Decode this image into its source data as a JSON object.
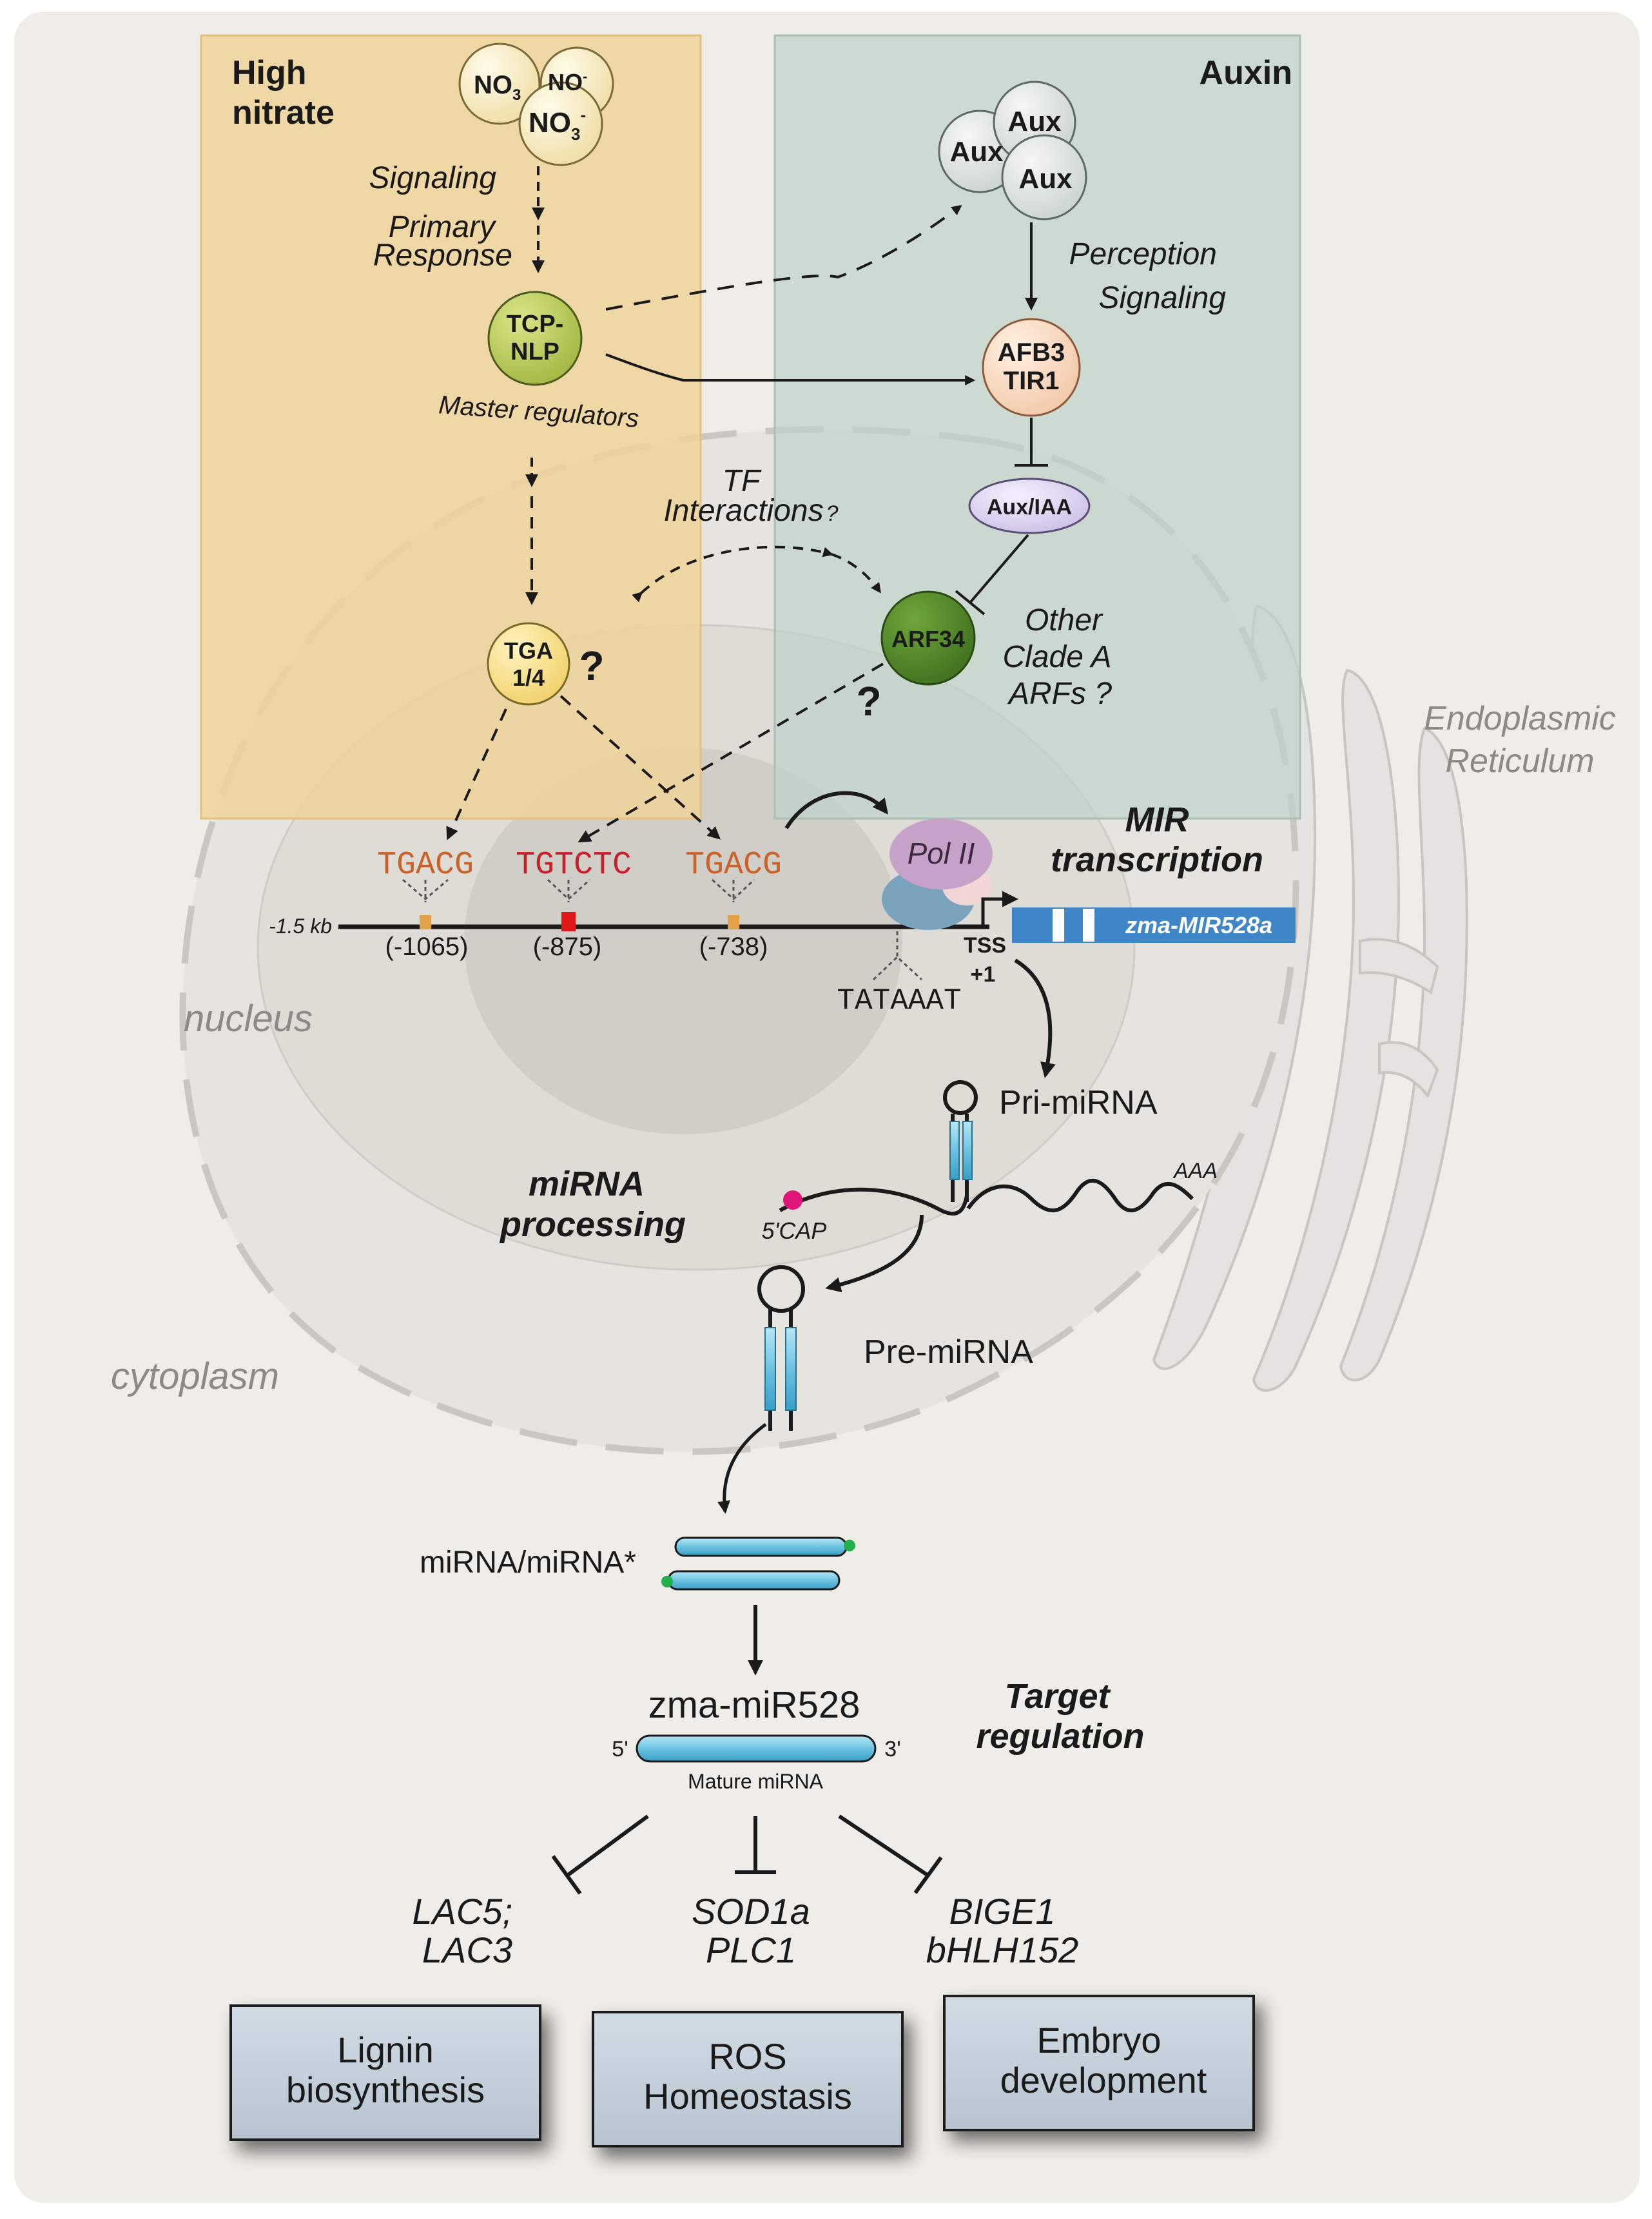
{
  "panels": {
    "nitrate_title_1": "High",
    "nitrate_title_2": "nitrate",
    "auxin_title": "Auxin"
  },
  "molecules": {
    "no3_a": "NO",
    "no3_b": "NO",
    "no3_c": "NO",
    "no3_sub": "3",
    "no3_sup": "-",
    "aux_a": "Aux",
    "aux_b": "Aux",
    "aux_c": "Aux"
  },
  "labels": {
    "signaling": "Signaling",
    "primary_1": "Primary",
    "primary_2": "Response",
    "tcp_1": "TCP-",
    "tcp_2": "NLP",
    "master_regulators": "Master regulators",
    "perception": "Perception",
    "signaling_aux": "Signaling",
    "afb3": "AFB3",
    "tir1": "TIR1",
    "aux_iaa": "Aux/IAA",
    "tf_1": "TF",
    "tf_2": "Interactions",
    "tf_q": "?",
    "tga_1": "TGA",
    "tga_2": "1/4",
    "tga_q": "?",
    "arf34": "ARF34",
    "other_1": "Other",
    "other_2": "Clade A",
    "other_3": "ARFs ?",
    "arf_q": "?",
    "er_1": "Endoplasmic",
    "er_2": "Reticulum",
    "nucleus": "nucleus",
    "cytoplasm": "cytoplasm"
  },
  "promoter": {
    "motif_1": "TGACG",
    "motif_2": "TGTCTC",
    "motif_3": "TGACG",
    "pos_1": "(-1065)",
    "pos_2": "(-875)",
    "pos_3": "(-738)",
    "start": "-1.5 kb",
    "tataaat": "TATAAAT",
    "tss": "TSS",
    "plus_one": "+1",
    "pol2": "Pol II",
    "gene": "zma-MIR528a",
    "mir_1": "MIR",
    "mir_2": "transcription"
  },
  "processing": {
    "pri": "Pri-miRNA",
    "aaa": "AAA",
    "cap": "5'CAP",
    "proc_1": "miRNA",
    "proc_2": "processing",
    "pre": "Pre-miRNA",
    "duplex": "miRNA/miRNA*",
    "mature_name": "zma-miR528",
    "five": "5'",
    "three": "3'",
    "mature_label": "Mature miRNA",
    "target_1": "Target",
    "target_2": "regulation"
  },
  "targets": {
    "t1_a": "LAC5;",
    "t1_b": "LAC3",
    "t2_a": "SOD1a",
    "t2_b": "PLC1",
    "t3_a": "BIGE1",
    "t3_b": "bHLH152",
    "box1_a": "Lignin",
    "box1_b": "biosynthesis",
    "box2_a": "ROS",
    "box2_b": "Homeostasis",
    "box3_a": "Embryo",
    "box3_b": "development"
  },
  "colors": {
    "nitrate_panel": "#eed39a",
    "auxin_panel": "#bfd3c9",
    "motif_orange": "#c8622a",
    "motif_red": "#c8202a",
    "gene_blue": "#3f86c8",
    "rna_blue": "#7ccbe4"
  }
}
